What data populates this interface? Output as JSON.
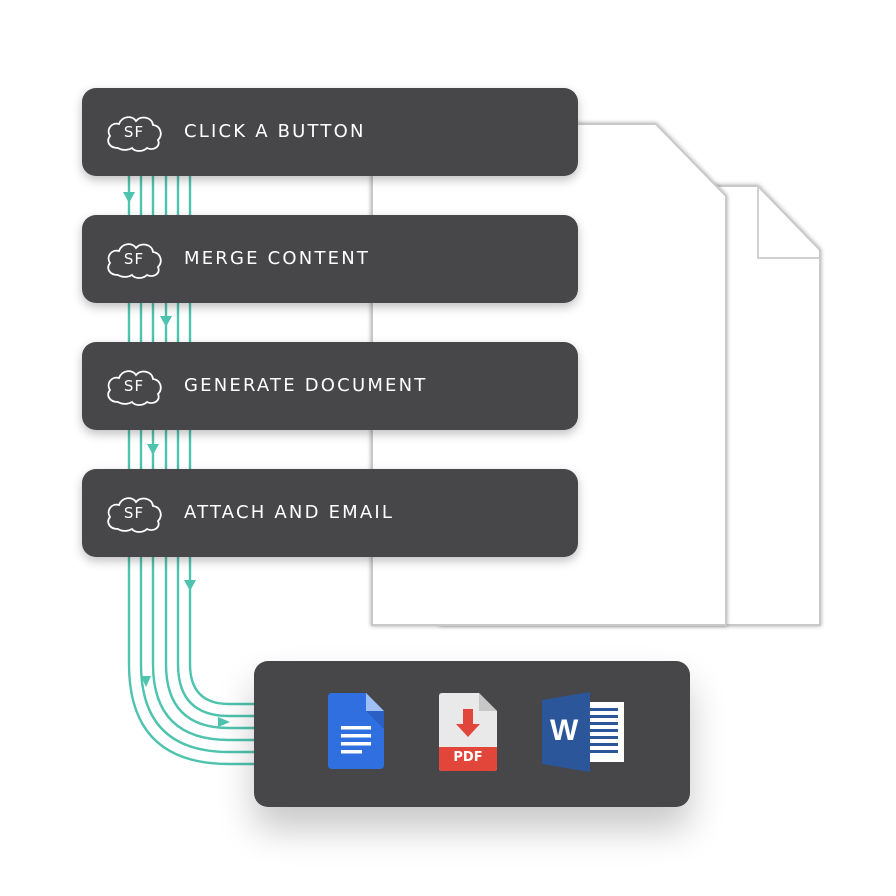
{
  "steps": [
    {
      "badge": "SF",
      "label": "CLICK A BUTTON"
    },
    {
      "badge": "SF",
      "label": "MERGE CONTENT"
    },
    {
      "badge": "SF",
      "label": "GENERATE DOCUMENT"
    },
    {
      "badge": "SF",
      "label": "ATTACH AND EMAIL"
    }
  ],
  "output": {
    "icons": [
      "google-docs-icon",
      "pdf-file-icon",
      "word-document-icon"
    ],
    "pdf_label": "PDF",
    "word_letter": "W"
  },
  "colors": {
    "step_bg": "#47474a",
    "connector": "#4ec3ad",
    "google_docs_blue": "#2f6fe0",
    "pdf_red": "#e2463a",
    "word_blue": "#2b579a"
  }
}
